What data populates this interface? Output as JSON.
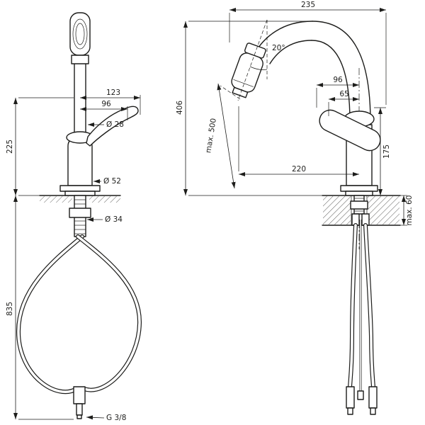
{
  "drawing": {
    "line_color": "#1d1d1b",
    "background": "#ffffff",
    "front_view": {
      "d123": "123",
      "d96": "96",
      "dia28": "Ø 28",
      "d225": "225",
      "dia52": "Ø 52",
      "dia34": "Ø 34",
      "d835": "835",
      "thread": "G 3/8"
    },
    "side_view": {
      "d235": "235",
      "angle": "20°",
      "d406": "406",
      "max500": "max. 500",
      "d96": "96",
      "d65": "65",
      "d175": "175",
      "max60": "max. 60",
      "d220": "220"
    }
  }
}
